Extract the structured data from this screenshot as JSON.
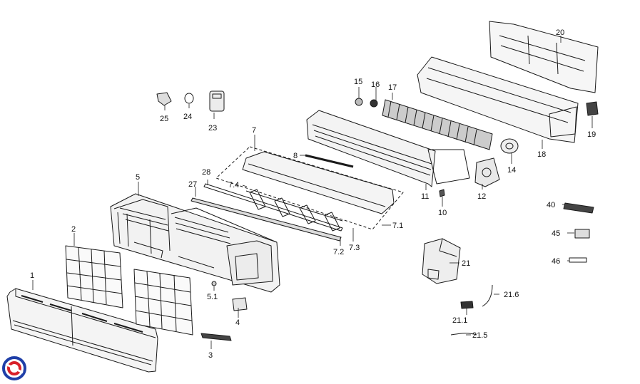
{
  "diagram": {
    "type": "exploded-parts-view",
    "line_color": "#1a1a1a",
    "labels": {
      "p1": "1",
      "p2": "2",
      "p3": "3",
      "p4": "4",
      "p5": "5",
      "p5_1": "5.1",
      "p7": "7",
      "p7_1": "7.1",
      "p7_2": "7.2",
      "p7_3": "7.3",
      "p7_4": "7.4",
      "p8": "8",
      "p10": "10",
      "p11": "11",
      "p12": "12",
      "p14": "14",
      "p15": "15",
      "p16": "16",
      "p17": "17",
      "p18": "18",
      "p19": "19",
      "p20": "20",
      "p21": "21",
      "p21_1": "21.1",
      "p21_5": "21.5",
      "p21_6": "21.6",
      "p23": "23",
      "p24": "24",
      "p25": "25",
      "p27": "27",
      "p28": "28",
      "p40": "40",
      "p45": "45",
      "p46": "46"
    }
  },
  "logo": {
    "name": "brand-logo",
    "colors": {
      "blue": "#1f3fa8",
      "red": "#d8202a"
    }
  }
}
